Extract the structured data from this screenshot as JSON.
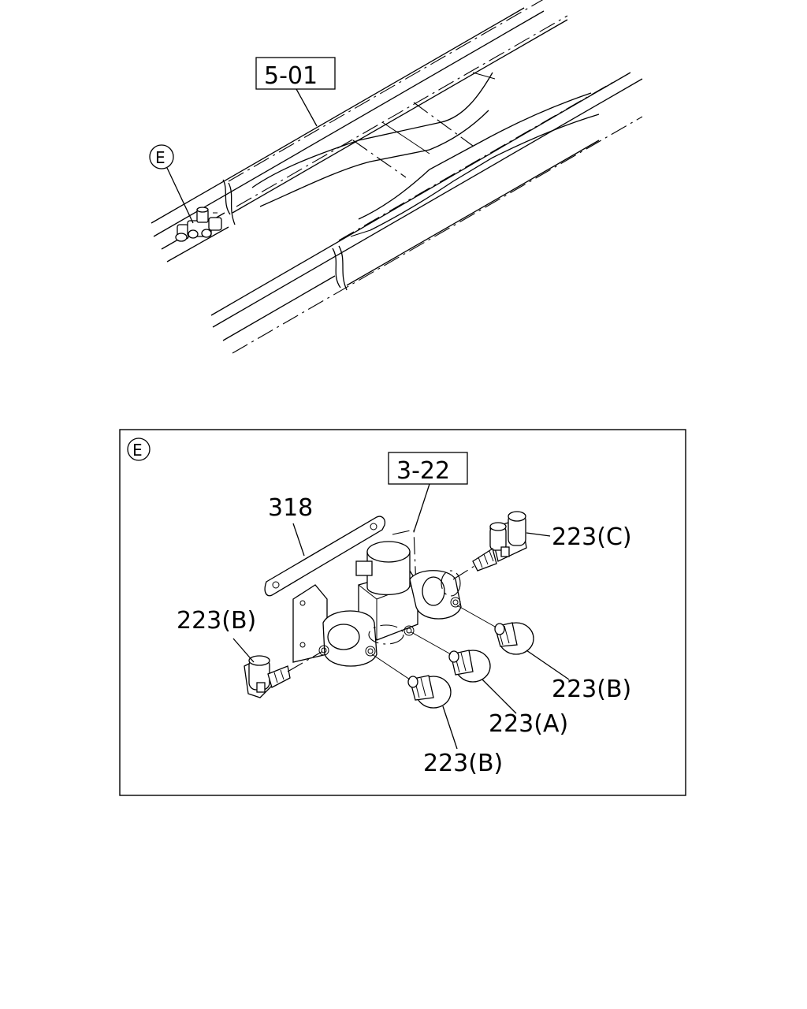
{
  "callouts": {
    "ref_frame": "5-01",
    "detail_marker": "E",
    "detail_title": "E",
    "ref_valve": "3-22",
    "part_318": "318",
    "part_223_c": "223(C)",
    "part_223_b_left": "223(B)",
    "part_223_b_right": "223(B)",
    "part_223_a": "223(A)",
    "part_223_b_bottom": "223(B)"
  }
}
